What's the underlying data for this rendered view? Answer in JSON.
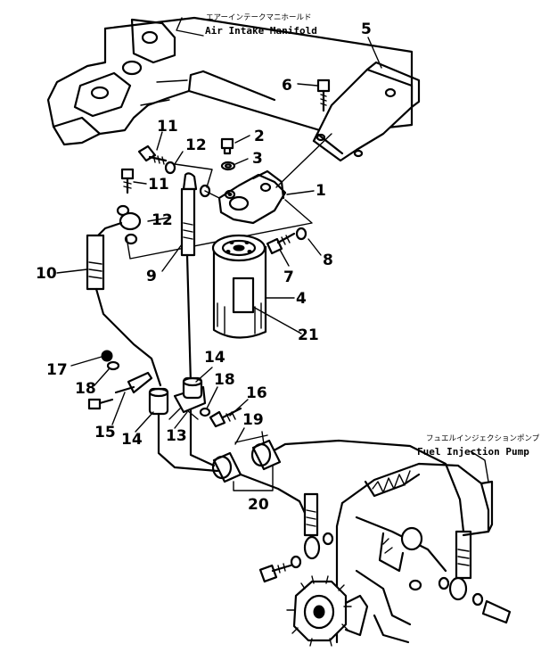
{
  "captions": {
    "manifold_jp": "エアーインテークマニホールド",
    "manifold_en": "Air Intake Manifold",
    "pump_jp": "フュエルインジェクションポンプ",
    "pump_en": "Fuel Injection Pump"
  },
  "callouts": {
    "c1": "1",
    "c2": "2",
    "c3": "3",
    "c4": "4",
    "c5": "5",
    "c6": "6",
    "c7": "7",
    "c8": "8",
    "c9": "9",
    "c10": "10",
    "c11a": "11",
    "c11b": "11",
    "c12a": "12",
    "c12b": "12",
    "c13": "13",
    "c14a": "14",
    "c14b": "14",
    "c15": "15",
    "c16": "16",
    "c17": "17",
    "c18a": "18",
    "c18b": "18",
    "c19": "19",
    "c20": "20",
    "c21": "21"
  }
}
